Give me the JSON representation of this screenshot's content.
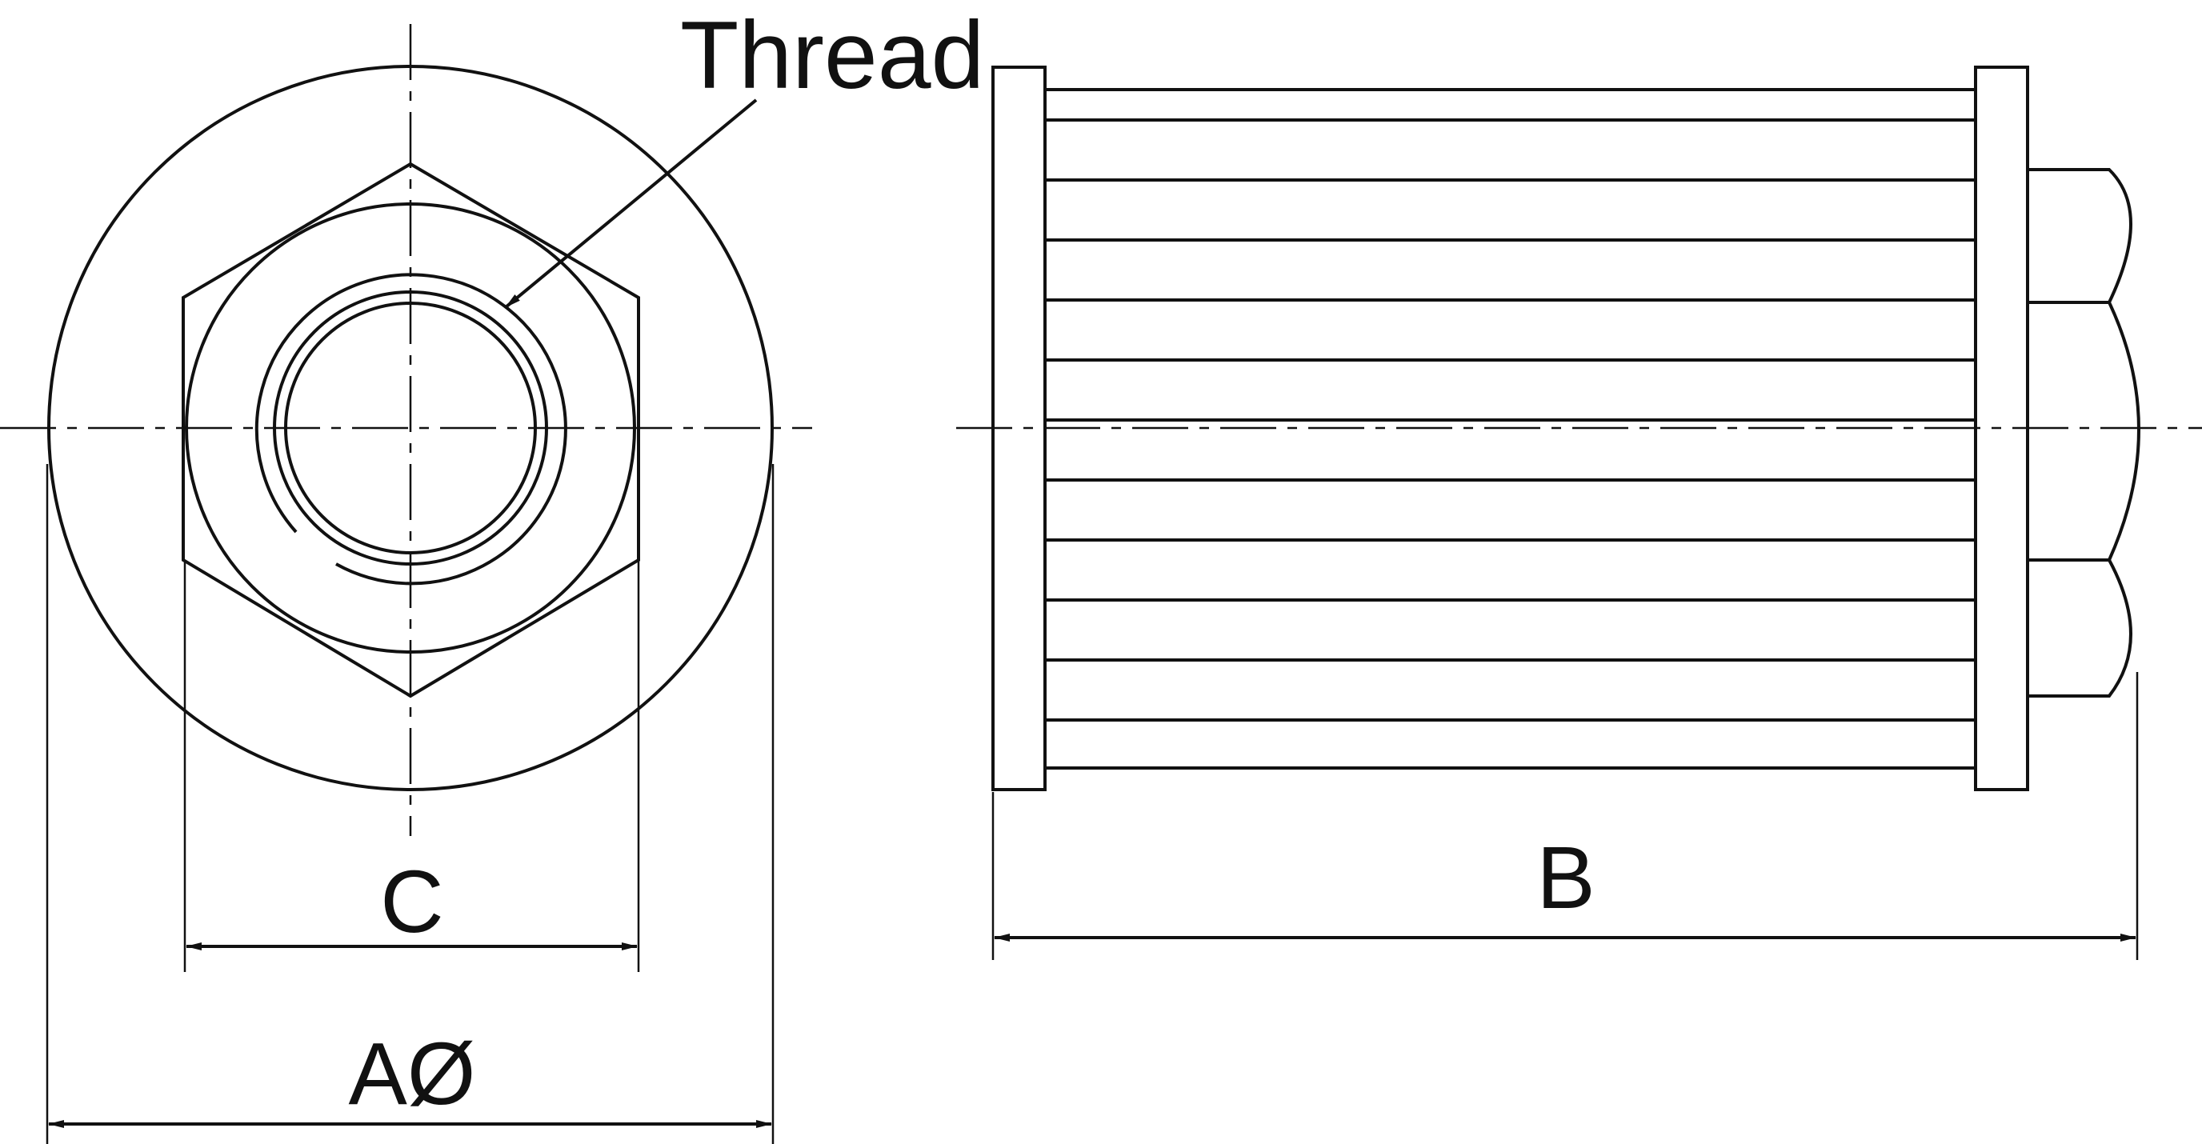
{
  "labels": {
    "thread": "Thread",
    "dim_a": "AØ",
    "dim_b": "B",
    "dim_c": "C"
  },
  "colors": {
    "ink": "#111111",
    "background": "#ffffff"
  }
}
